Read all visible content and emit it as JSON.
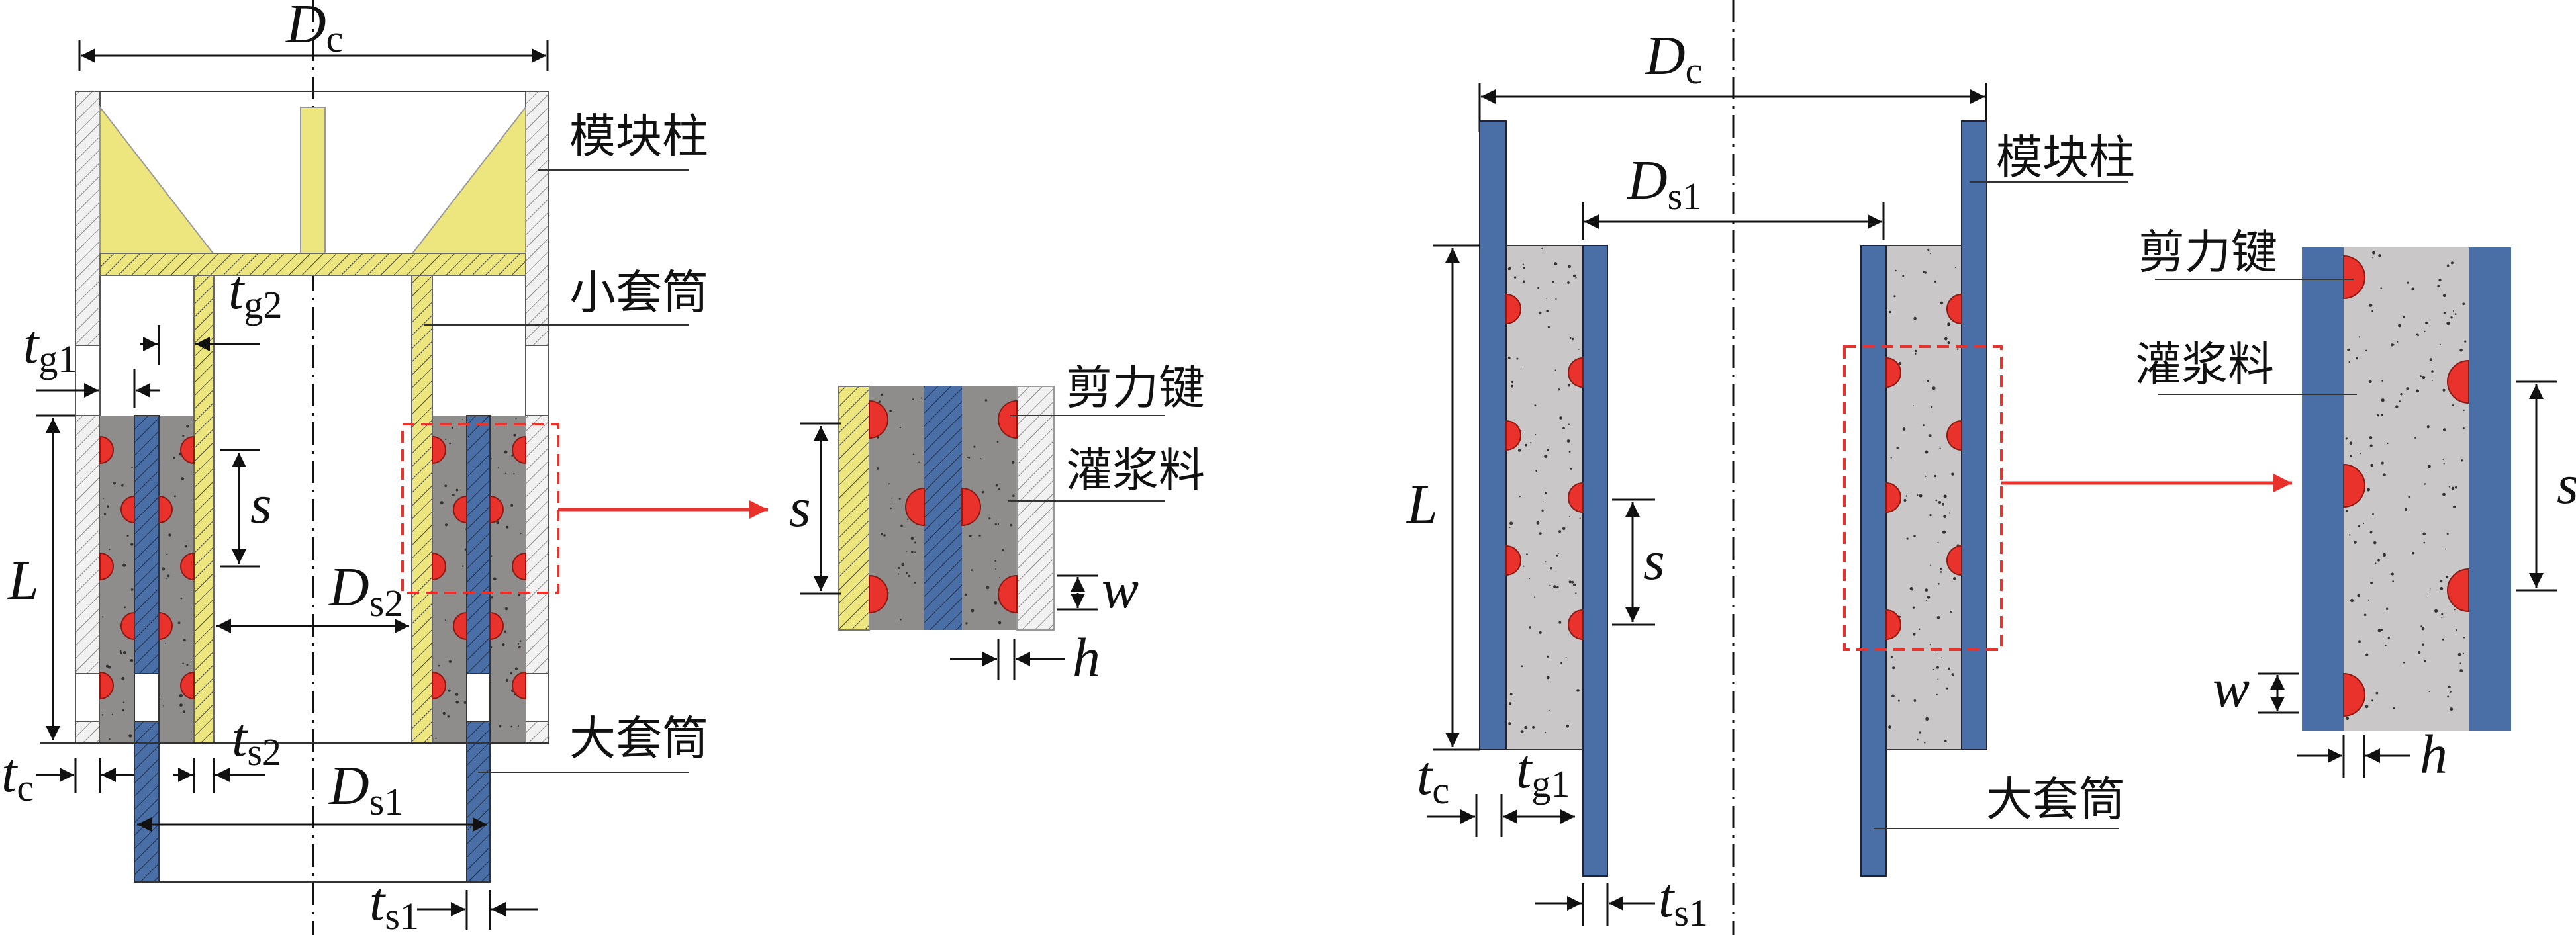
{
  "colors": {
    "steel_yellow": "#ede67f",
    "sleeve_blue": "#4a6ea6",
    "grout_dark": "#8f8c8c",
    "grout_light": "#c9c7c7",
    "shear_key_red": "#e8322b",
    "column_wall": "#f1f1f1"
  },
  "left_diagram": {
    "dims": {
      "Dc": {
        "main": "D",
        "sub": "c"
      },
      "Ds2": {
        "main": "D",
        "sub": "s2"
      },
      "Ds1": {
        "main": "D",
        "sub": "s1"
      },
      "tg1": {
        "main": "t",
        "sub": "g1"
      },
      "tg2": {
        "main": "t",
        "sub": "g2"
      },
      "tc": {
        "main": "t",
        "sub": "c"
      },
      "ts2": {
        "main": "t",
        "sub": "s2"
      },
      "ts1": {
        "main": "t",
        "sub": "s1"
      },
      "L": "L",
      "s": "s"
    },
    "callouts": {
      "column": "模块柱",
      "small_sleeve": "小套筒",
      "large_sleeve": "大套筒"
    }
  },
  "left_detail": {
    "dims": {
      "s": "s",
      "w": "w",
      "h": "h"
    },
    "callouts": {
      "shear_key": "剪力键",
      "grout": "灌浆料"
    }
  },
  "right_diagram": {
    "dims": {
      "Dc": {
        "main": "D",
        "sub": "c"
      },
      "Ds1": {
        "main": "D",
        "sub": "s1"
      },
      "tc": {
        "main": "t",
        "sub": "c"
      },
      "tg1": {
        "main": "t",
        "sub": "g1"
      },
      "ts1": {
        "main": "t",
        "sub": "s1"
      },
      "L": "L",
      "s": "s"
    },
    "callouts": {
      "column": "模块柱",
      "large_sleeve": "大套筒"
    }
  },
  "right_detail": {
    "dims": {
      "s": "s",
      "w": "w",
      "h": "h"
    },
    "callouts": {
      "shear_key": "剪力键",
      "grout": "灌浆料"
    }
  }
}
